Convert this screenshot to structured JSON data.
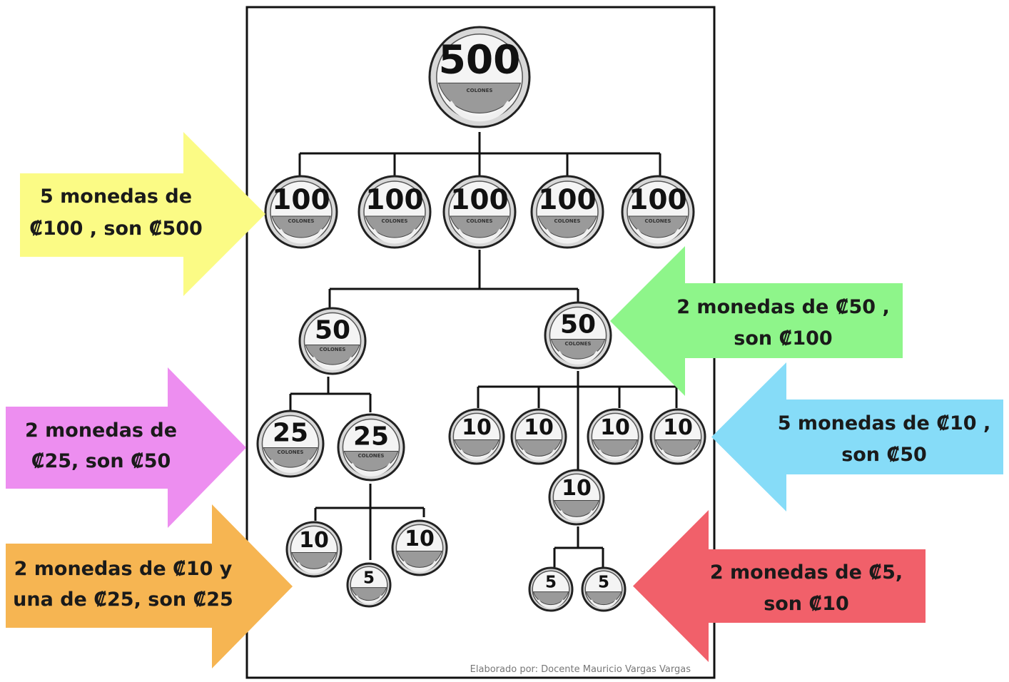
{
  "coins": [
    {
      "value": "500"
    },
    {
      "value": "100"
    },
    {
      "value": "100"
    },
    {
      "value": "100"
    },
    {
      "value": "100"
    },
    {
      "value": "100"
    },
    {
      "value": "50"
    },
    {
      "value": "50"
    },
    {
      "value": "25"
    },
    {
      "value": "25"
    },
    {
      "value": "10"
    },
    {
      "value": "10"
    },
    {
      "value": "10"
    },
    {
      "value": "10"
    },
    {
      "value": "10"
    },
    {
      "value": "10"
    },
    {
      "value": "10"
    },
    {
      "value": "5"
    },
    {
      "value": "5"
    },
    {
      "value": "5"
    }
  ],
  "coin_label": "COLONES",
  "arrows": [
    {
      "line1": "5 monedas de",
      "line2": "₡100 , son  ₡500",
      "color": "#fbfb85"
    },
    {
      "line1": "2 monedas de ₡50 ,",
      "line2": "son  ₡100",
      "color": "#8ef58a"
    },
    {
      "line1": "2 monedas de",
      "line2": "₡25, son  ₡50",
      "color": "#ed8ef0"
    },
    {
      "line1": "5 monedas de ₡10 ,",
      "line2": "son  ₡50",
      "color": "#86dcf8"
    },
    {
      "line1": "2 monedas de ₡10  y",
      "line2": "una de ₡25, son  ₡25",
      "color": "#f6b552"
    },
    {
      "line1": "2 monedas de ₡5,",
      "line2": "son ₡10",
      "color": "#f1606a"
    }
  ],
  "credit": "Elaborado por: Docente Mauricio Vargas Vargas"
}
